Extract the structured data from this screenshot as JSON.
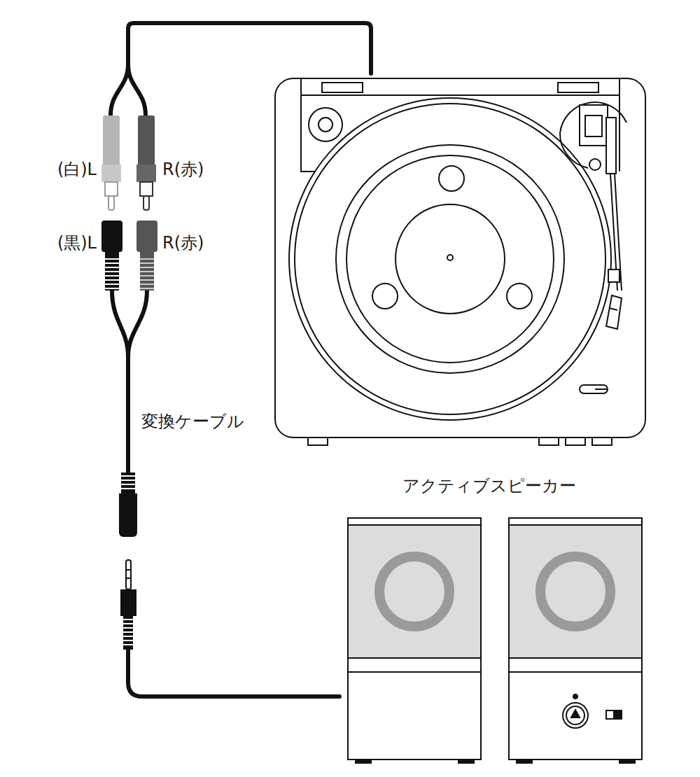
{
  "diagram": {
    "labels": [
      "(白)L",
      "R(赤)",
      "(黒)L",
      "R(赤)",
      "変換ケーブル",
      "アクティブスピーカー"
    ]
  }
}
